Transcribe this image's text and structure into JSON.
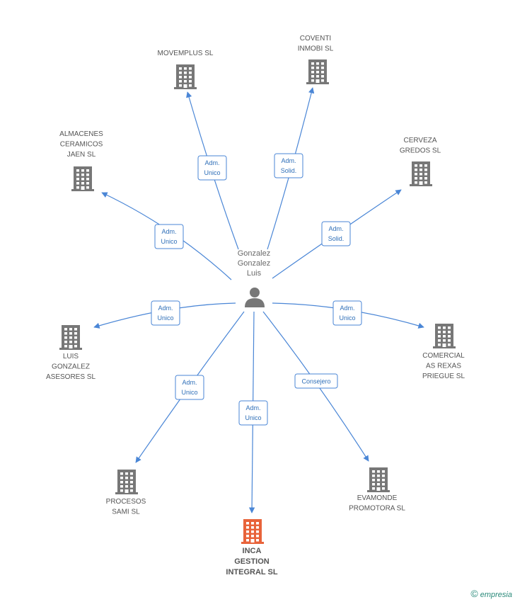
{
  "center": {
    "label_lines": [
      "Gonzalez",
      "Gonzalez",
      "Luis"
    ]
  },
  "colors": {
    "edge": "#4a86d6",
    "building": "#777777",
    "building_highlight": "#e8633a",
    "person": "#777777"
  },
  "companies": [
    {
      "id": "movemplus",
      "label_lines": [
        "MOVEMPLUS SL"
      ],
      "role_lines": [
        "Adm.",
        "Unico"
      ],
      "highlight": false
    },
    {
      "id": "coventi",
      "label_lines": [
        "COVENTI",
        "INMOBI SL"
      ],
      "role_lines": [
        "Adm.",
        "Solid."
      ],
      "highlight": false
    },
    {
      "id": "almacenes",
      "label_lines": [
        "ALMACENES",
        "CERAMICOS",
        "JAEN SL"
      ],
      "role_lines": [
        "Adm.",
        "Unico"
      ],
      "highlight": false
    },
    {
      "id": "cerveza",
      "label_lines": [
        "CERVEZA",
        "GREDOS SL"
      ],
      "role_lines": [
        "Adm.",
        "Solid."
      ],
      "highlight": false
    },
    {
      "id": "luis",
      "label_lines": [
        "LUIS",
        "GONZALEZ",
        "ASESORES SL"
      ],
      "role_lines": [
        "Adm.",
        "Unico"
      ],
      "highlight": false
    },
    {
      "id": "comercial",
      "label_lines": [
        "COMERCIAL",
        "AS REXAS",
        "PRIEGUE SL"
      ],
      "role_lines": [
        "Adm.",
        "Unico"
      ],
      "highlight": false
    },
    {
      "id": "procesos",
      "label_lines": [
        "PROCESOS",
        "SAMI SL"
      ],
      "role_lines": [
        "Adm.",
        "Unico"
      ],
      "highlight": false
    },
    {
      "id": "evamonde",
      "label_lines": [
        "EVAMONDE",
        "PROMOTORA SL"
      ],
      "role_lines": [
        "Consejero"
      ],
      "highlight": false
    },
    {
      "id": "inca",
      "label_lines": [
        "INCA",
        "GESTION",
        "INTEGRAL SL"
      ],
      "role_lines": [
        "Adm.",
        "Unico"
      ],
      "highlight": true
    }
  ],
  "footer": {
    "copyright": "©",
    "brand": "empresia"
  }
}
